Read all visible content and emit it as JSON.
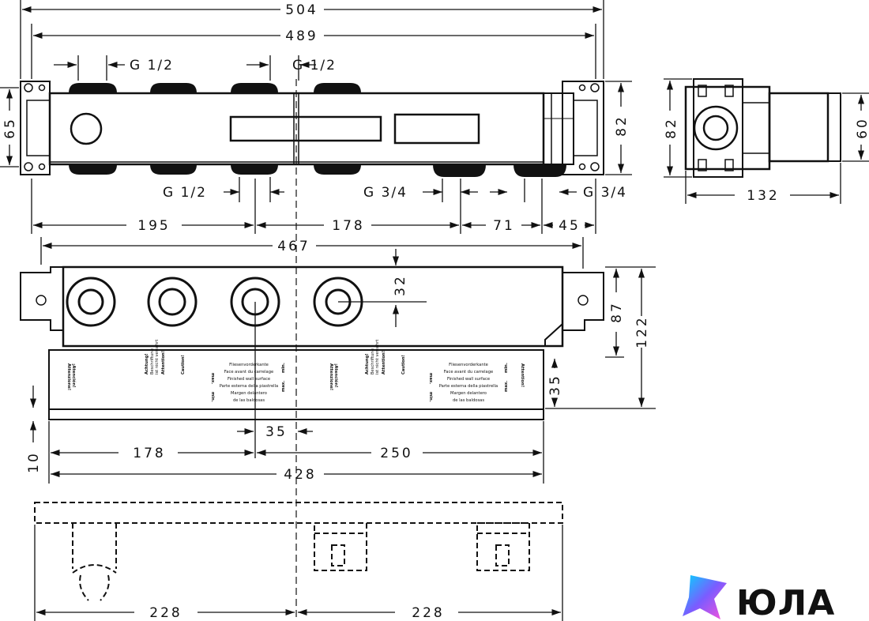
{
  "dimensions": {
    "top_total": "504",
    "top_inner": "489",
    "thread_top_left": "G 1/2",
    "thread_top_right": "G 1/2",
    "left_height": "65",
    "right_height": "82",
    "thread_bottom_left": "G 1/2",
    "thread_bottom_mid": "G 3/4",
    "thread_bottom_right": "G 3/4",
    "seg_195": "195",
    "seg_178": "178",
    "seg_71": "71",
    "seg_45": "45",
    "front_467": "467",
    "front_32": "32",
    "front_87": "87",
    "front_122": "122",
    "front_35_right": "35",
    "front_35_bottom": "35",
    "front_10": "10",
    "front_178": "178",
    "front_250": "250",
    "front_428": "428",
    "bottom_228_left": "228",
    "bottom_228_right": "228",
    "side_82": "82",
    "side_60": "60",
    "side_132": "132"
  },
  "warning_labels": {
    "attention_de": "Achtung!",
    "attention_de_2": "Beschriftung",
    "attention_de_3": "ist nicht verkehrt",
    "attention_fr": "Attention!",
    "attention_en": "Caution!",
    "attention_it": "Attenzione!",
    "attention_es": "¡Atención!",
    "max": "max.",
    "min": "min.",
    "lines": [
      "Fliesenvorderkante",
      "Face avant du carrelage",
      "Finished wall surface",
      "Parte esterna della piastrella",
      "Margen delantero",
      "de las baldosas"
    ]
  },
  "brand": {
    "name": "ЮЛА",
    "colors": [
      "#00d8ff",
      "#7b5cff",
      "#ff4fd8"
    ]
  }
}
